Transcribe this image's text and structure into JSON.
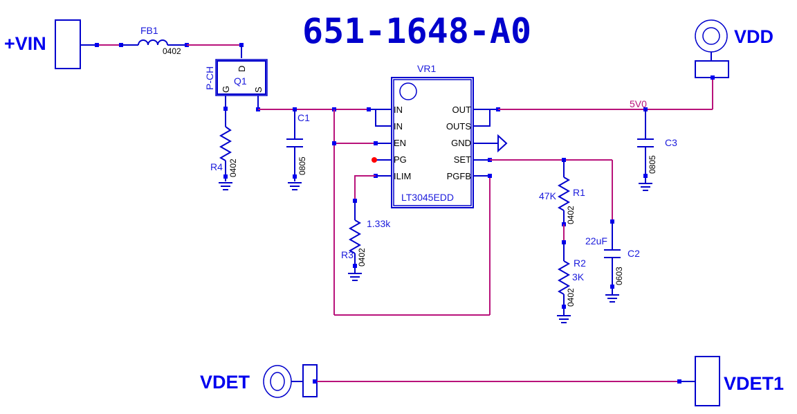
{
  "title": "651-1648-A0",
  "ports": {
    "vin": "+VIN",
    "vdd": "VDD",
    "vdet": "VDET",
    "vdet1": "VDET1"
  },
  "nets": {
    "out_net": "5V0"
  },
  "colors": {
    "component": "#0000cc",
    "wire": "#b8127a",
    "text": "#1a1adc",
    "unconnected": "#ff0000"
  },
  "components": {
    "fb1": {
      "ref": "FB1",
      "package": "0402"
    },
    "q1": {
      "ref": "Q1",
      "type": "P-CH",
      "pins": {
        "g": "G",
        "d": "D",
        "s": "S"
      }
    },
    "r4": {
      "ref": "R4",
      "package": "0402"
    },
    "c1": {
      "ref": "C1",
      "package": "0805"
    },
    "vr1": {
      "ref": "VR1",
      "part": "LT3045EDD",
      "left_pins": [
        "IN",
        "IN",
        "EN",
        "PG",
        "ILIM"
      ],
      "right_pins": [
        "OUT",
        "OUTS",
        "GND",
        "SET",
        "PGFB"
      ]
    },
    "r3": {
      "ref": "R3",
      "value": "1.33k",
      "package": "0402"
    },
    "r1": {
      "ref": "R1",
      "value": "47K",
      "package": "0402"
    },
    "r2": {
      "ref": "R2",
      "value": "3K",
      "package": "0402"
    },
    "c2": {
      "ref": "C2",
      "value": "22uF",
      "package": "0603"
    },
    "c3": {
      "ref": "C3",
      "package": "0805"
    }
  }
}
